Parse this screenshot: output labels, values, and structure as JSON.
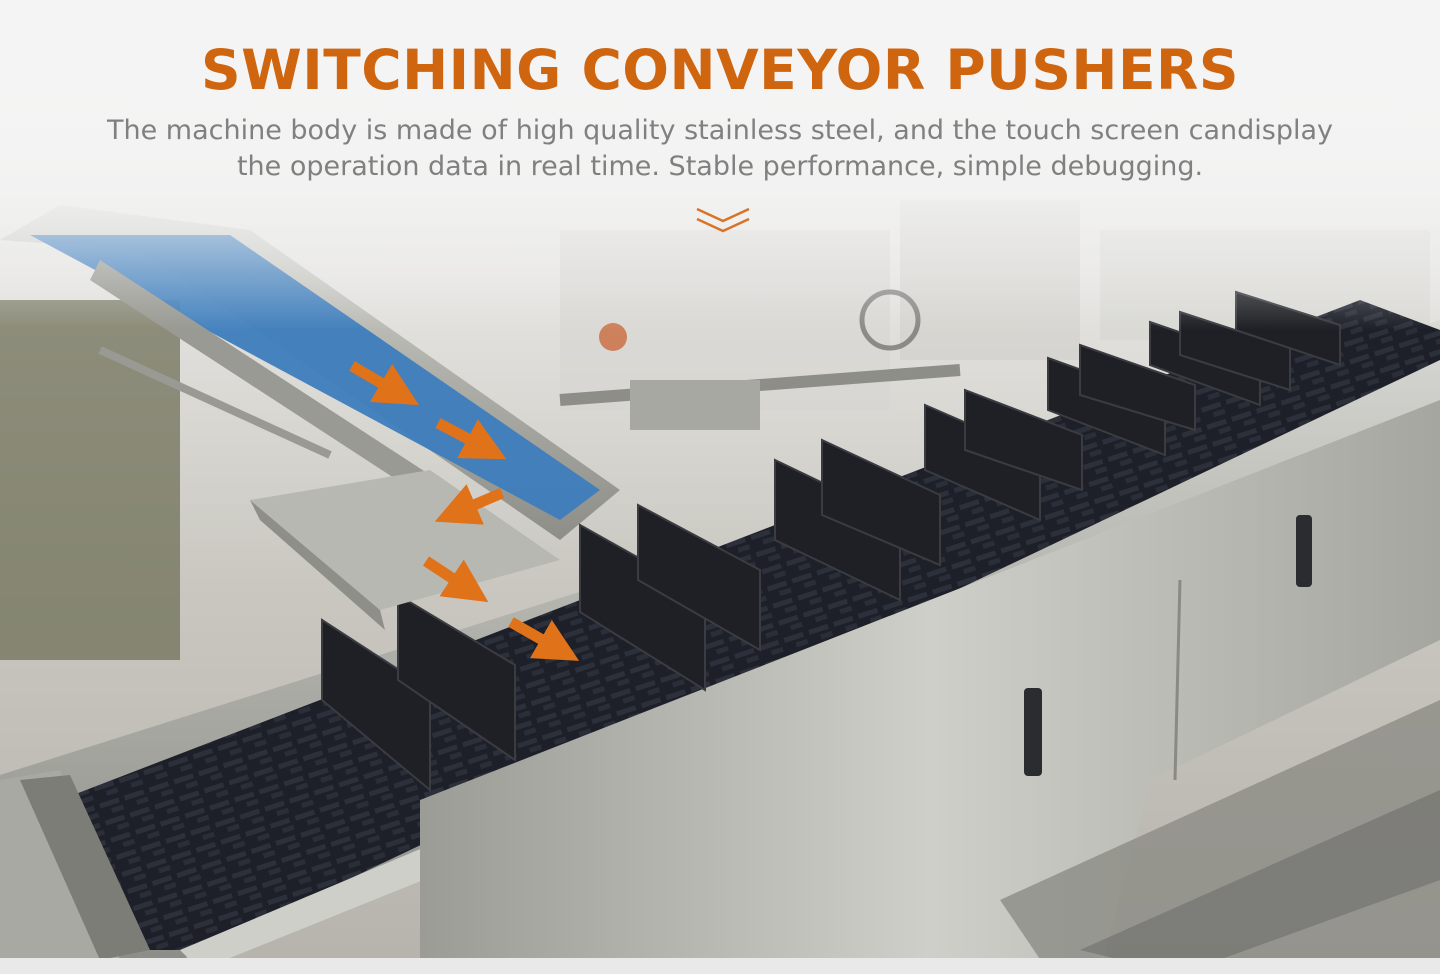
{
  "heading": {
    "title": "SWITCHING CONVEYOR PUSHERS",
    "description": "The machine body is made of high quality stainless steel, and the touch screen candisplay the operation data in real time. Stable performance, simple debugging."
  },
  "scroll_hint": {
    "icon": "double-chevron-down-icon"
  },
  "photo": {
    "subject": "conveyor-pusher-machine-photo"
  },
  "colors": {
    "accent": "#cf650f",
    "text_gray": "#808080",
    "steel": "#b8b8b4",
    "belt_blue": "#3d7dbd",
    "belt_black": "#1e2129"
  }
}
